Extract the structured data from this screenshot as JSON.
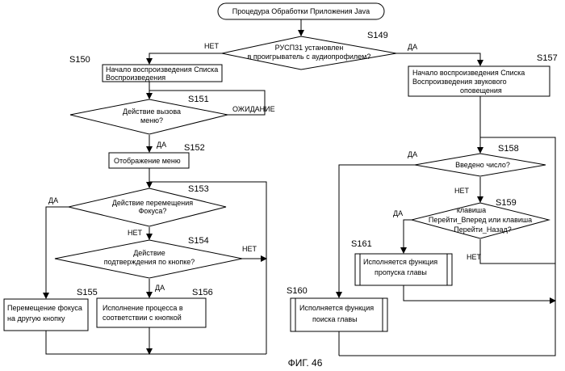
{
  "title": "Процедура Обработки Приложения Java",
  "caption": "ФИГ. 46",
  "steps": {
    "s149": {
      "id": "S149",
      "lines": [
        "РУСП31 установлен",
        "в проигрыватель с аудиопрофилем?"
      ],
      "no": "НЕТ",
      "yes": "ДА"
    },
    "s150": {
      "id": "S150",
      "lines": [
        "Начало воспроизведения Списка",
        "Воспроизведения"
      ]
    },
    "s151": {
      "id": "S151",
      "lines": [
        "Действие вызова",
        "меню?"
      ],
      "wait": "ОЖИДАНИЕ",
      "yes": "ДА"
    },
    "s152": {
      "id": "S152",
      "lines": [
        "Отображение меню"
      ]
    },
    "s153": {
      "id": "S153",
      "lines": [
        "Действие перемещения",
        "Фокуса?"
      ],
      "yes": "ДА",
      "no": "НЕТ"
    },
    "s154": {
      "id": "S154",
      "lines": [
        "Действие",
        "подтверждения по кнопке?"
      ],
      "no": "НЕТ",
      "yes": "ДА"
    },
    "s155": {
      "id": "S155",
      "lines": [
        "Перемещение фокуса",
        "на другую кнопку"
      ]
    },
    "s156": {
      "id": "S156",
      "lines": [
        "Исполнение процесса в",
        "соответствии с кнопкой"
      ]
    },
    "s157": {
      "id": "S157",
      "lines": [
        "Начало воспроизведения Списка",
        "Воспроизведения звукового",
        "оповещения"
      ]
    },
    "s158": {
      "id": "S158",
      "lines": [
        "Введено  число?"
      ],
      "yes": "ДА",
      "no": "НЕТ"
    },
    "s159": {
      "id": "S159",
      "lines": [
        "клавиша",
        "Перейти_Вперед или клавиша",
        "Перейти_Назад?"
      ],
      "yes": "ДА",
      "no": "НЕТ"
    },
    "s160": {
      "id": "S160",
      "lines": [
        "Исполняется функция",
        "поиска главы"
      ]
    },
    "s161": {
      "id": "S161",
      "lines": [
        "Исполняется функция",
        "пропуска  главы"
      ]
    }
  }
}
